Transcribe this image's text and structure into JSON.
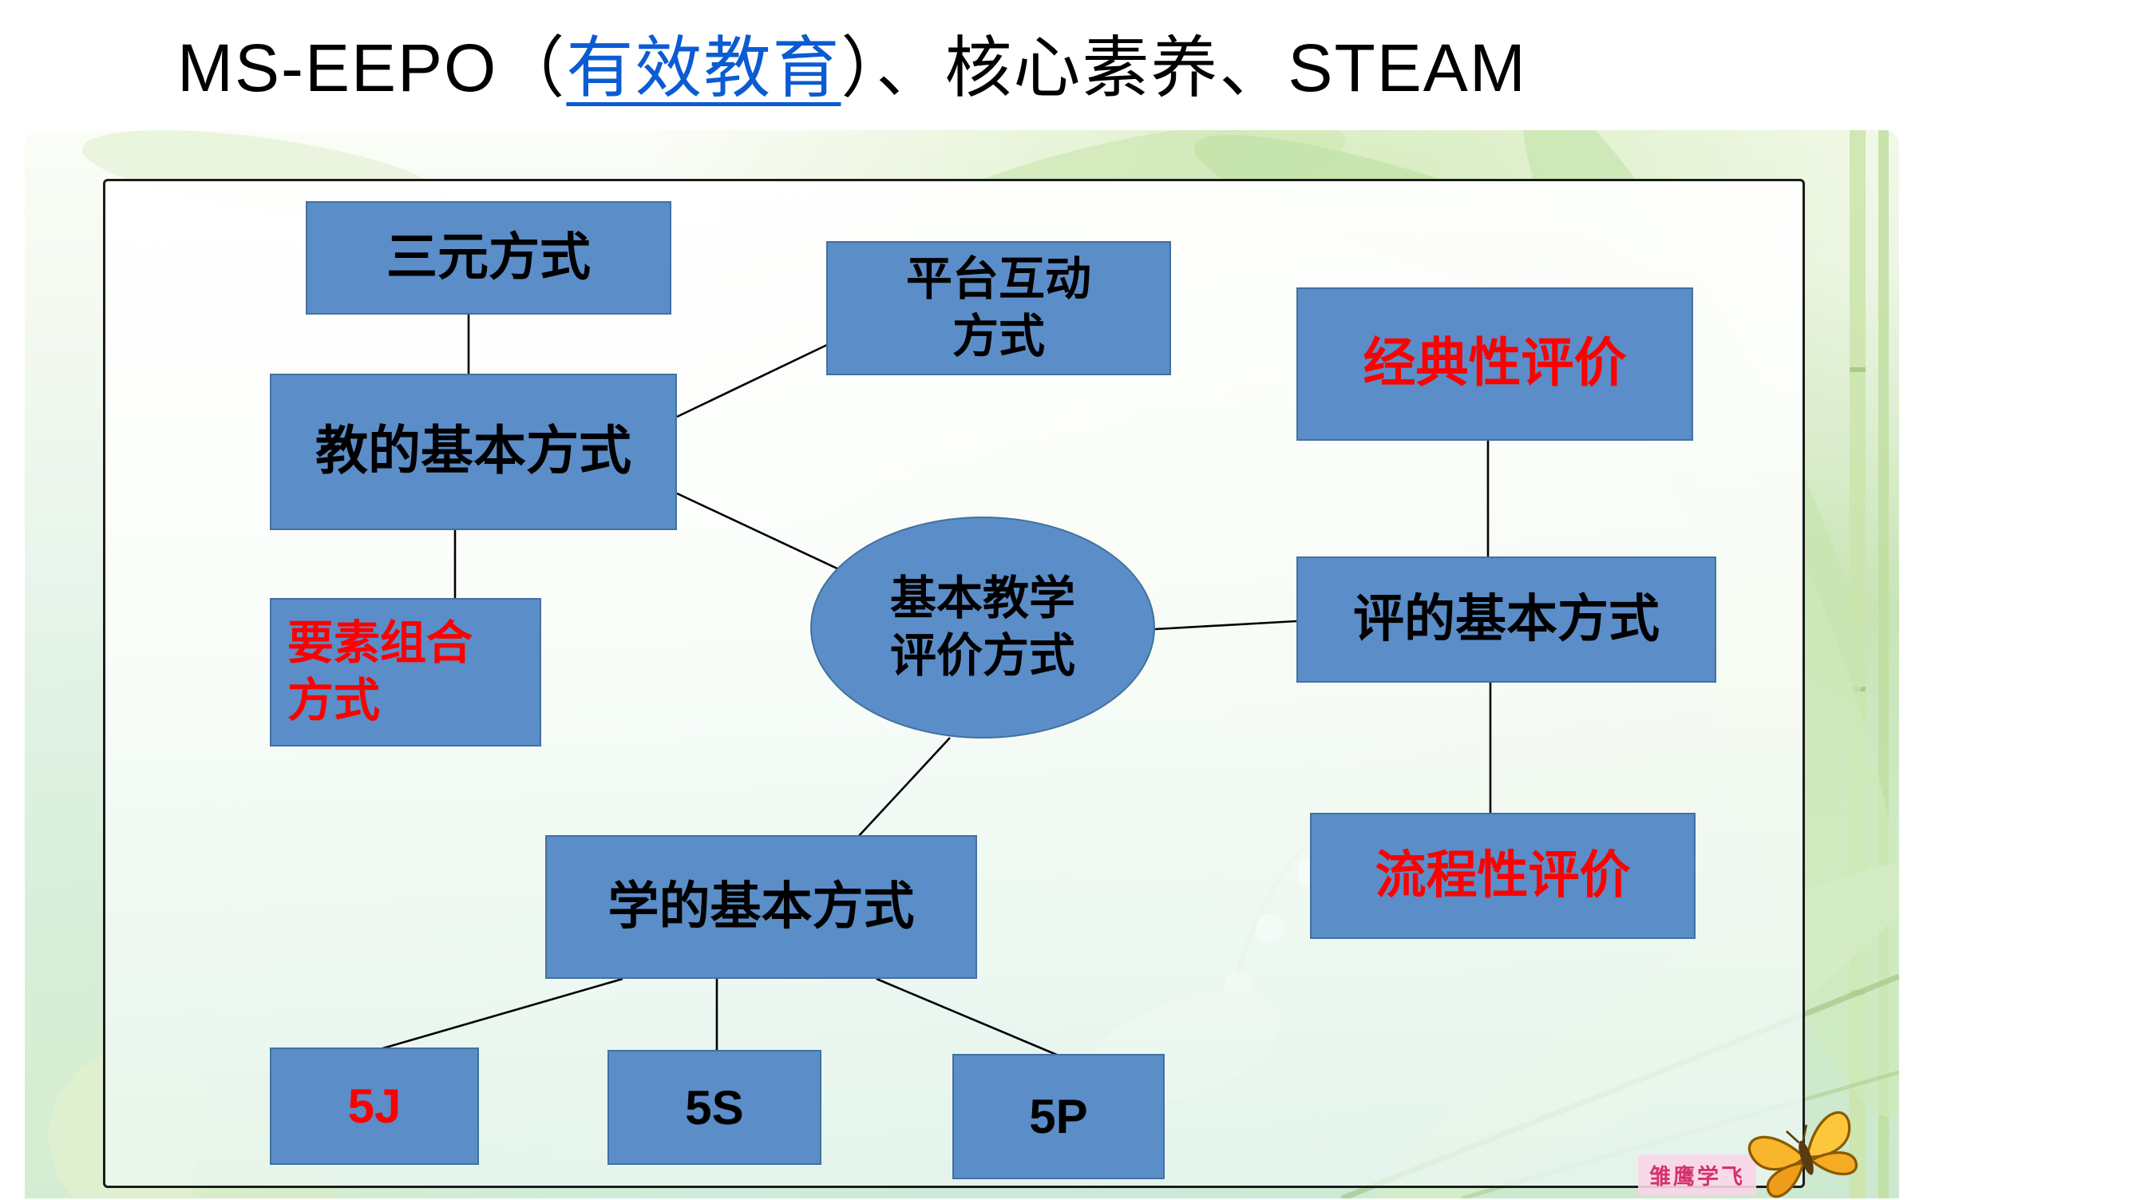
{
  "slide": {
    "title": {
      "prefix": "MS-EEPO（",
      "link_text": "有效教育",
      "suffix": "）、核心素养、STEAM"
    }
  },
  "colors": {
    "node_fill": "#5b8dc8",
    "node_border": "#42719f",
    "red_text": "#fe0000",
    "black_text": "#000000",
    "link_blue": "#0b5bd3",
    "connector": "#000000",
    "picture_tint": "#cfeae5"
  },
  "diagram": {
    "nodes": [
      {
        "id": "sanyuan",
        "label": "三元方式",
        "shape": "rect",
        "text_color": "black"
      },
      {
        "id": "pingtai",
        "label": "平台互动\n方式",
        "shape": "rect",
        "text_color": "black"
      },
      {
        "id": "jingdian",
        "label": "经典性评价",
        "shape": "rect",
        "text_color": "red"
      },
      {
        "id": "jiaode",
        "label": "教的基本方式",
        "shape": "rect",
        "text_color": "black"
      },
      {
        "id": "yaosu",
        "label": "要素组合\n方式",
        "shape": "rect",
        "text_color": "red"
      },
      {
        "id": "jiben",
        "label": "基本教学\n评价方式",
        "shape": "ellipse",
        "text_color": "black"
      },
      {
        "id": "pingde",
        "label": "评的基本方式",
        "shape": "rect",
        "text_color": "black"
      },
      {
        "id": "liucheng",
        "label": "流程性评价",
        "shape": "rect",
        "text_color": "red"
      },
      {
        "id": "xuede",
        "label": "学的基本方式",
        "shape": "rect",
        "text_color": "black"
      },
      {
        "id": "fivej",
        "label": "5J",
        "shape": "rect",
        "text_color": "red"
      },
      {
        "id": "fives",
        "label": "5S",
        "shape": "rect",
        "text_color": "black"
      },
      {
        "id": "fivep",
        "label": "5P",
        "shape": "rect",
        "text_color": "black"
      }
    ],
    "edges": [
      {
        "from": "三元方式",
        "to": "教的基本方式"
      },
      {
        "from": "教的基本方式",
        "to": "平台互动方式"
      },
      {
        "from": "教的基本方式",
        "to": "要素组合方式"
      },
      {
        "from": "教的基本方式",
        "to": "基本教学评价方式"
      },
      {
        "from": "基本教学评价方式",
        "to": "评的基本方式"
      },
      {
        "from": "经典性评价",
        "to": "评的基本方式"
      },
      {
        "from": "评的基本方式",
        "to": "流程性评价"
      },
      {
        "from": "基本教学评价方式",
        "to": "学的基本方式"
      },
      {
        "from": "学的基本方式",
        "to": "5J"
      },
      {
        "from": "学的基本方式",
        "to": "5S"
      },
      {
        "from": "学的基本方式",
        "to": "5P"
      }
    ]
  },
  "watermark": {
    "text": "雏鹰学飞"
  }
}
